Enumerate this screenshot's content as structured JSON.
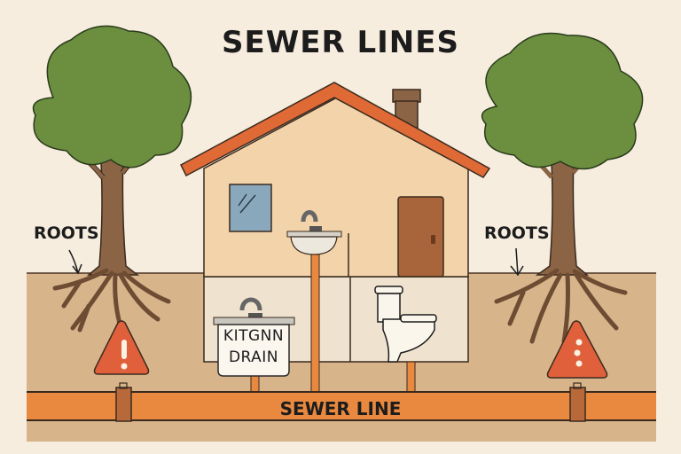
{
  "title": "SEWER LINES",
  "labels": {
    "roots_left": "ROOTS",
    "roots_right": "ROOTS",
    "kitchen_drain_line1": "KITGNN",
    "kitchen_drain_line2": "DRAIN",
    "sewer_line": "SEWER LINE"
  },
  "colors": {
    "background": "#f6eddf",
    "soil": "#d7b48a",
    "pipe": "#e8893f",
    "roof": "#e06a36",
    "house_wall": "#f3d3aa",
    "tree_foliage": "#6b8f3f",
    "tree_trunk": "#8b6445",
    "warning": "#e0603c",
    "window": "#8aa8bc",
    "door": "#a8643a"
  }
}
